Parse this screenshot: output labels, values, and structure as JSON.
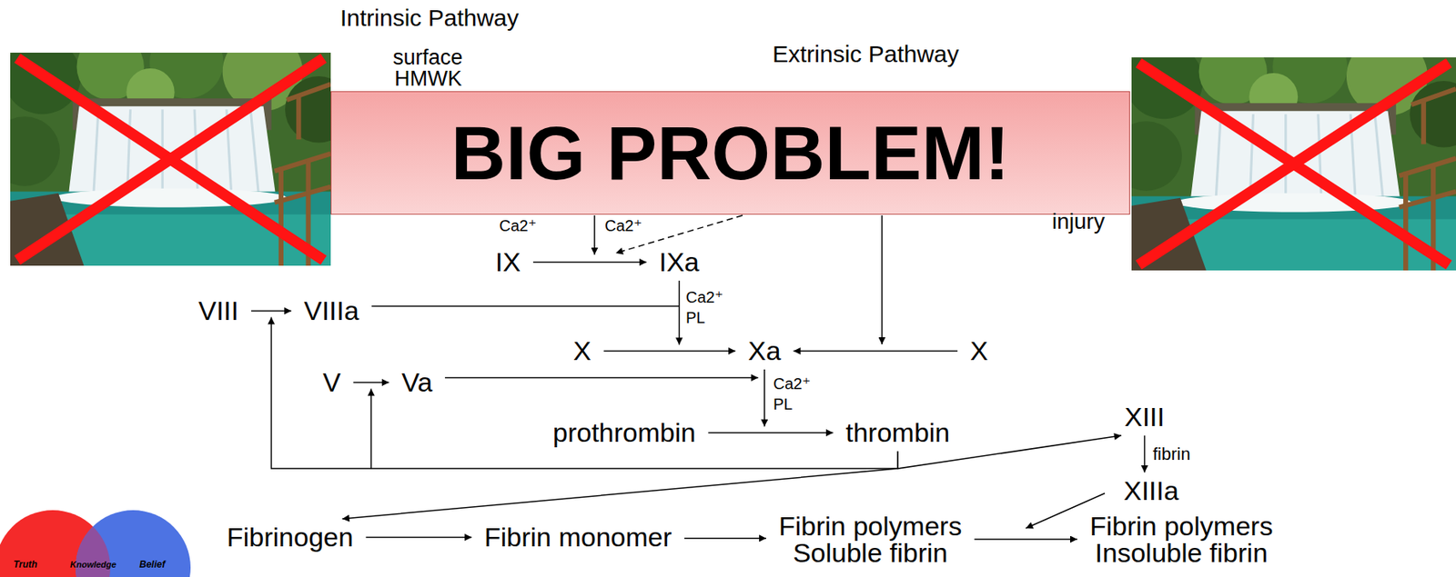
{
  "diagram": {
    "nodes": [
      {
        "text": [
          "BIG PROBLEM!"
        ]
      },
      {
        "text": [
          "IX"
        ]
      },
      {
        "text": [
          "IXa"
        ]
      },
      {
        "text": [
          "VIII"
        ]
      },
      {
        "text": [
          "VIIIa"
        ]
      },
      {
        "text": [
          "X"
        ]
      },
      {
        "text": [
          "Xa"
        ]
      },
      {
        "text": [
          "X"
        ]
      },
      {
        "text": [
          "V"
        ]
      },
      {
        "text": [
          "Va"
        ]
      },
      {
        "text": [
          "prothrombin"
        ]
      },
      {
        "text": [
          "thrombin"
        ]
      },
      {
        "text": [
          "XIII"
        ]
      },
      {
        "text": [
          "XIIIa"
        ]
      },
      {
        "text": [
          "Fibrinogen"
        ]
      },
      {
        "text": [
          "Fibrin monomer"
        ]
      },
      {
        "text": [
          "Fibrin polymers",
          "Soluble fibrin"
        ]
      },
      {
        "text": [
          "Fibrin polymers",
          "Insoluble fibrin"
        ]
      }
    ],
    "edges": [
      {
        "from": 1,
        "to": 2,
        "arrow": "to"
      },
      {
        "from": 3,
        "to": 4,
        "arrow": "to"
      },
      {
        "from": 5,
        "to": 6,
        "arrow": "to"
      },
      {
        "from": 7,
        "to": 6,
        "arrow": "to"
      },
      {
        "from": 8,
        "to": 9,
        "arrow": "to"
      },
      {
        "from": 10,
        "to": 11,
        "arrow": "to"
      },
      {
        "from": 11,
        "to": 14,
        "arrow": "to"
      },
      {
        "from": 11,
        "to": 12,
        "arrow": "to"
      },
      {
        "from": 12,
        "to": 13,
        "label": "fibrin",
        "arrow": "to"
      },
      {
        "from": 14,
        "to": 15,
        "arrow": "to"
      },
      {
        "from": 15,
        "to": 16,
        "arrow": "to"
      },
      {
        "from": 16,
        "to": 17,
        "arrow": "to"
      }
    ],
    "labels": [
      "Intrinsic Pathway",
      "surface",
      "HMWK",
      "Extrinsic Pathway",
      "Ca2⁺",
      "Ca2⁺",
      "injury",
      "Ca2⁺",
      "PL",
      "Ca2⁺",
      "PL",
      "Truth",
      "Knowledge",
      "Belief"
    ]
  }
}
